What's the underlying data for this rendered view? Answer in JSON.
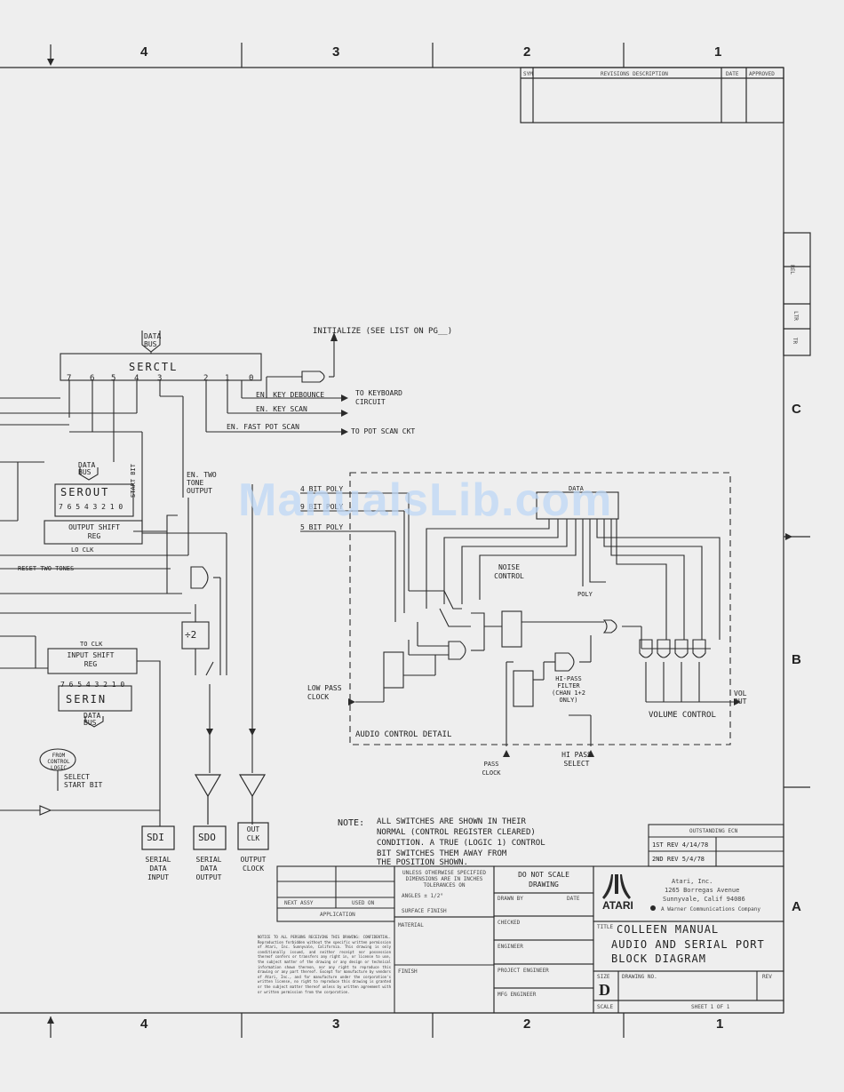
{
  "zones": {
    "cols": [
      "4",
      "3",
      "2",
      "1"
    ],
    "rows": [
      "C",
      "B",
      "A"
    ]
  },
  "revision_block": {
    "sym": "SYM",
    "description": "REVISIONS   DESCRIPTION",
    "date": "DATE",
    "approved": "APPROVED"
  },
  "side_tab": [
    "REL",
    "LTR",
    "TR"
  ],
  "sections": {
    "serctl": "SERCTL",
    "data_bus": "DATA BUS",
    "serout": "SEROUT",
    "output_shift_reg": "OUTPUT SHIFT REG",
    "input_shift_reg": "INPUT SHIFT REG",
    "serin": "SERIN",
    "data_bus_lower": "DATA BUS",
    "noise_control": "NOISE CONTROL",
    "audio_control_detail": "AUDIO CONTROL DETAIL",
    "volume_control": "VOLUME CONTROL",
    "hi_pass_filter": "HI-PASS FILTER (CHAN 1+2 ONLY)",
    "div_by_2": "÷2"
  },
  "signals": {
    "initialize": "INITIALIZE (SEE LIST ON PG__)",
    "en_key_debounce": "EN. KEY DEBOUNCE",
    "en_key_scan": "EN. KEY SCAN",
    "en_fast_pot_scan": "EN. FAST POT SCAN",
    "to_keyboard": "TO KEYBOARD CIRCUIT",
    "to_pot_scan": "TO POT SCAN CKT",
    "en_two_tone": "EN. TWO TONE OUTPUT",
    "bit_4": "4 BIT POLY",
    "bit_9": "9 BIT POLY",
    "bit_5": "5 BIT POLY",
    "low_pass_clock": "LOW PASS CLOCK",
    "hi_pass_select": "HI PASS SELECT",
    "pass_clock": "PASS CLOCK",
    "vol_out": "VOL OUT",
    "start_bit": "START BIT",
    "reset_two_tones": "RESET TWO TONES",
    "select_start_bit": "SELECT START BIT",
    "from_control_logic": "FROM CONTROL LOGIC",
    "to_clk": "TO CLK",
    "lo_clk": "LO CLK",
    "poly": "POLY",
    "data": "DATA"
  },
  "serctl_bits": [
    "7",
    "6",
    "5",
    "4",
    "3",
    "2",
    "1",
    "0"
  ],
  "serout_bits": "7 6 5 4 3 2 1 0",
  "serin_bits": "7 6 5 4 3 2 1 0",
  "ports": [
    {
      "box": "SDI",
      "label": "SERIAL DATA INPUT"
    },
    {
      "box": "SDO",
      "label": "SERIAL DATA OUTPUT"
    },
    {
      "box": "OUT CLK",
      "label": "OUTPUT CLOCK"
    }
  ],
  "note": {
    "prefix": "NOTE:",
    "lines": [
      "ALL SWITCHES ARE SHOWN IN THEIR",
      "NORMAL (CONTROL REGISTER CLEARED)",
      "CONDITION. A TRUE (LOGIC 1) CONTROL",
      "BIT SWITCHES THEM AWAY FROM",
      "THE POSITION SHOWN."
    ]
  },
  "outstanding": {
    "header": "OUTSTANDING ECN",
    "rows": [
      "1ST REV 4/14/78",
      "2ND REV 5/4/78"
    ]
  },
  "title_block": {
    "do_not_scale": "DO NOT SCALE DRAWING",
    "company": "Atari, Inc.",
    "address1": "1265 Borregas Avenue",
    "address2": "Sunnyvale, Calif 94086",
    "warner": "A Warner Communications Company",
    "logo": "ATARI",
    "title_label": "TITLE",
    "title": [
      "COLLEEN MANUAL",
      "AUDIO AND SERIAL PORT",
      "BLOCK DIAGRAM"
    ],
    "size_label": "SIZE",
    "size": "D",
    "drawing_no": "DRAWING NO.",
    "rev": "REV",
    "scale": "SCALE",
    "sheet": "SHEET  1  OF  1",
    "unless": "UNLESS OTHERWISE SPECIFIED DIMENSIONS ARE IN INCHES TOLERANCES ON",
    "angles": "ANGLES ± 1/2°",
    "surface": "SURFACE FINISH",
    "material": "MATERIAL",
    "finish": "FINISH",
    "drawn": "DRAWN BY",
    "checked": "CHECKED",
    "engineer": "ENGINEER",
    "project_engineer": "PROJECT ENGINEER",
    "mfg_engineer": "MFG ENGINEER",
    "date": "DATE",
    "next_assy": "NEXT ASSY",
    "used_on": "USED ON",
    "application": "APPLICATION"
  },
  "notice": "NOTICE TO ALL PERSONS RECEIVING THIS DRAWING: CONFIDENTIAL. Reproduction forbidden without the specific written permission of Atari, Inc. Sunnyvale, California. This drawing is only conditionally issued, and neither receipt nor possession thereof confers or transfers any right in, or license to use, the subject matter of the drawing or any design or technical information shown thereon, nor any right to reproduce this drawing or any part thereof. Except for manufacture by vendors of Atari, Inc., and for manufacture under the corporation's written license, no right to reproduce this drawing is granted or the subject matter thereof unless by written agreement with or written permission from the corporation.",
  "watermark": "ManualsLib.com"
}
